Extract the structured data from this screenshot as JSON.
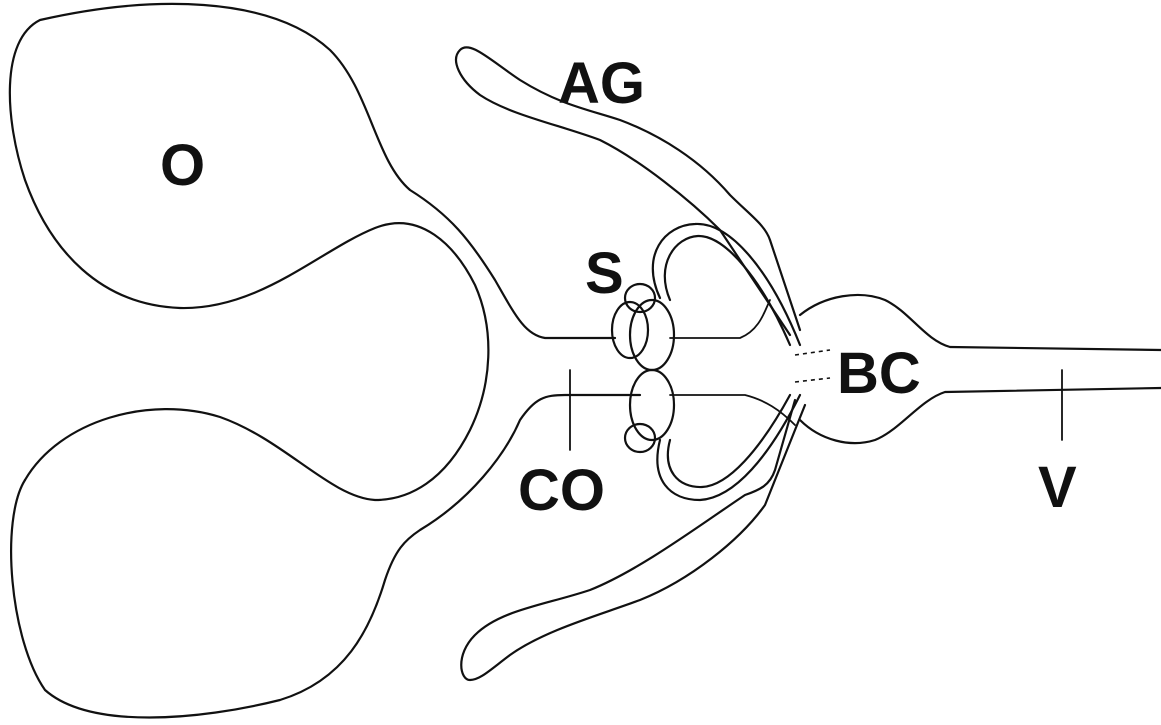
{
  "labels": {
    "ovary": "O",
    "accessory_gland": "AG",
    "spermatheca": "S",
    "bursa_copulatrix": "BC",
    "common_oviduct": "CO",
    "vagina": "V"
  },
  "colors": {
    "line": "#111111",
    "background": "#ffffff"
  }
}
